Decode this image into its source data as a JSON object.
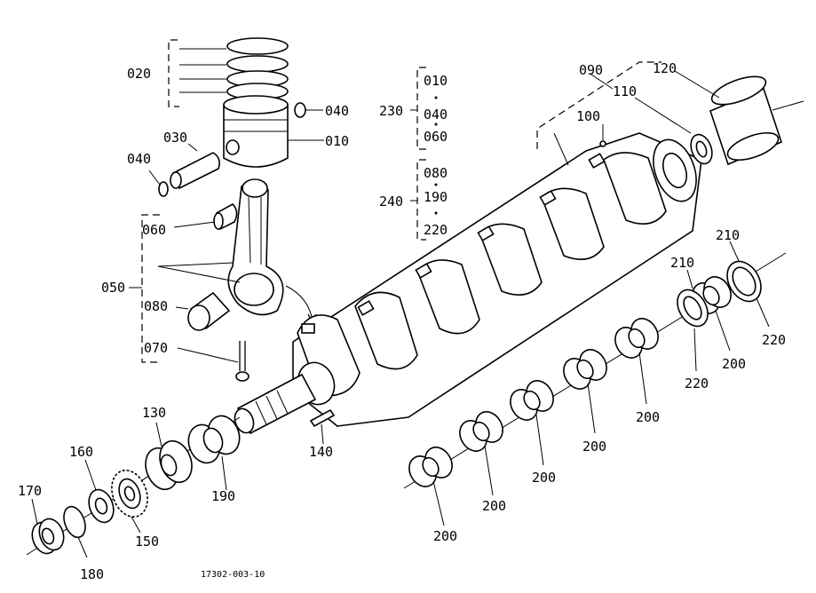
{
  "labels": {
    "p020": "020",
    "p040a": "040",
    "p010": "010",
    "p030": "030",
    "p040b": "040",
    "p060": "060",
    "p050": "050",
    "p080": "080",
    "p070": "070",
    "p230": "230",
    "p240": "240",
    "s010": "010",
    "s040": "040",
    "s060": "060",
    "s080": "080",
    "s190": "190",
    "s220": "220",
    "p090": "090",
    "p100": "100",
    "p110": "110",
    "p120": "120",
    "p130": "130",
    "p140": "140",
    "p150": "150",
    "p160": "160",
    "p170": "170",
    "p180": "180",
    "p190": "190",
    "p200a": "200",
    "p200b": "200",
    "p200c": "200",
    "p200d": "200",
    "p200e": "200",
    "p200f": "200",
    "p210a": "210",
    "p210b": "210",
    "p220a": "220",
    "p220b": "220",
    "code": "17302-003-10"
  }
}
